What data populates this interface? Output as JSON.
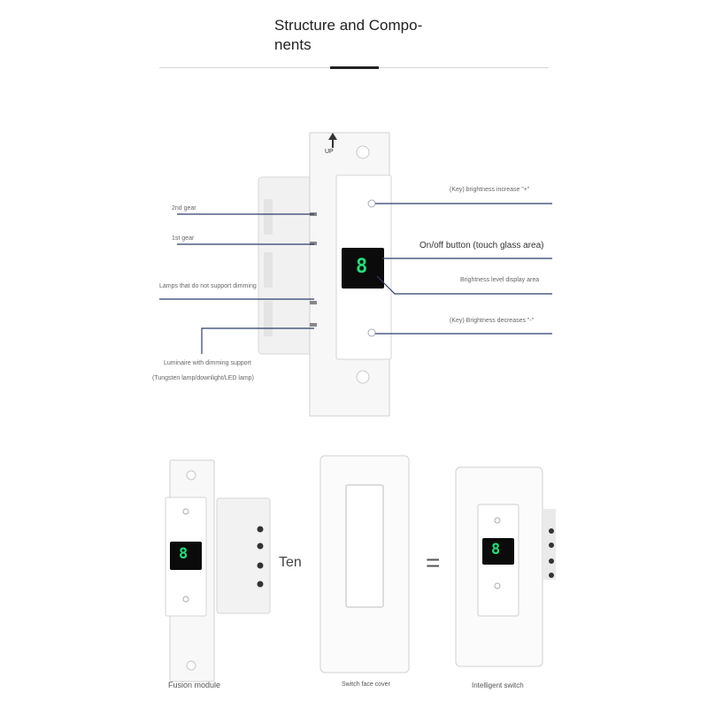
{
  "title": "Structure and Compo- nents",
  "diagram": {
    "up_label": "UP",
    "gear2": "2nd gear",
    "gear1": "1st gear",
    "lamps_no_dimming": "Lamps that do not support dimming",
    "luminaire_dimming": "Luminaire with dimming support",
    "luminaire_types": "(Tungsten lamp/downlight/LED lamp)",
    "key_increase": "(Key) brightness increase \"+\"",
    "onoff_button": "On/off button (touch glass area)",
    "brightness_display": "Brightness level display area",
    "key_decrease": "(Key) Brightness decreases \"-\"",
    "display_digit": "8"
  },
  "assembly": {
    "plus_word": "Ten",
    "equals_sign": "=",
    "fusion_module": "Fusion module",
    "face_cover": "Switch face cover",
    "intelligent_switch": "Intelligent switch",
    "digit": "8"
  },
  "colors": {
    "leader_line": "#2b3f6b",
    "display_green": "#1fe07a"
  }
}
